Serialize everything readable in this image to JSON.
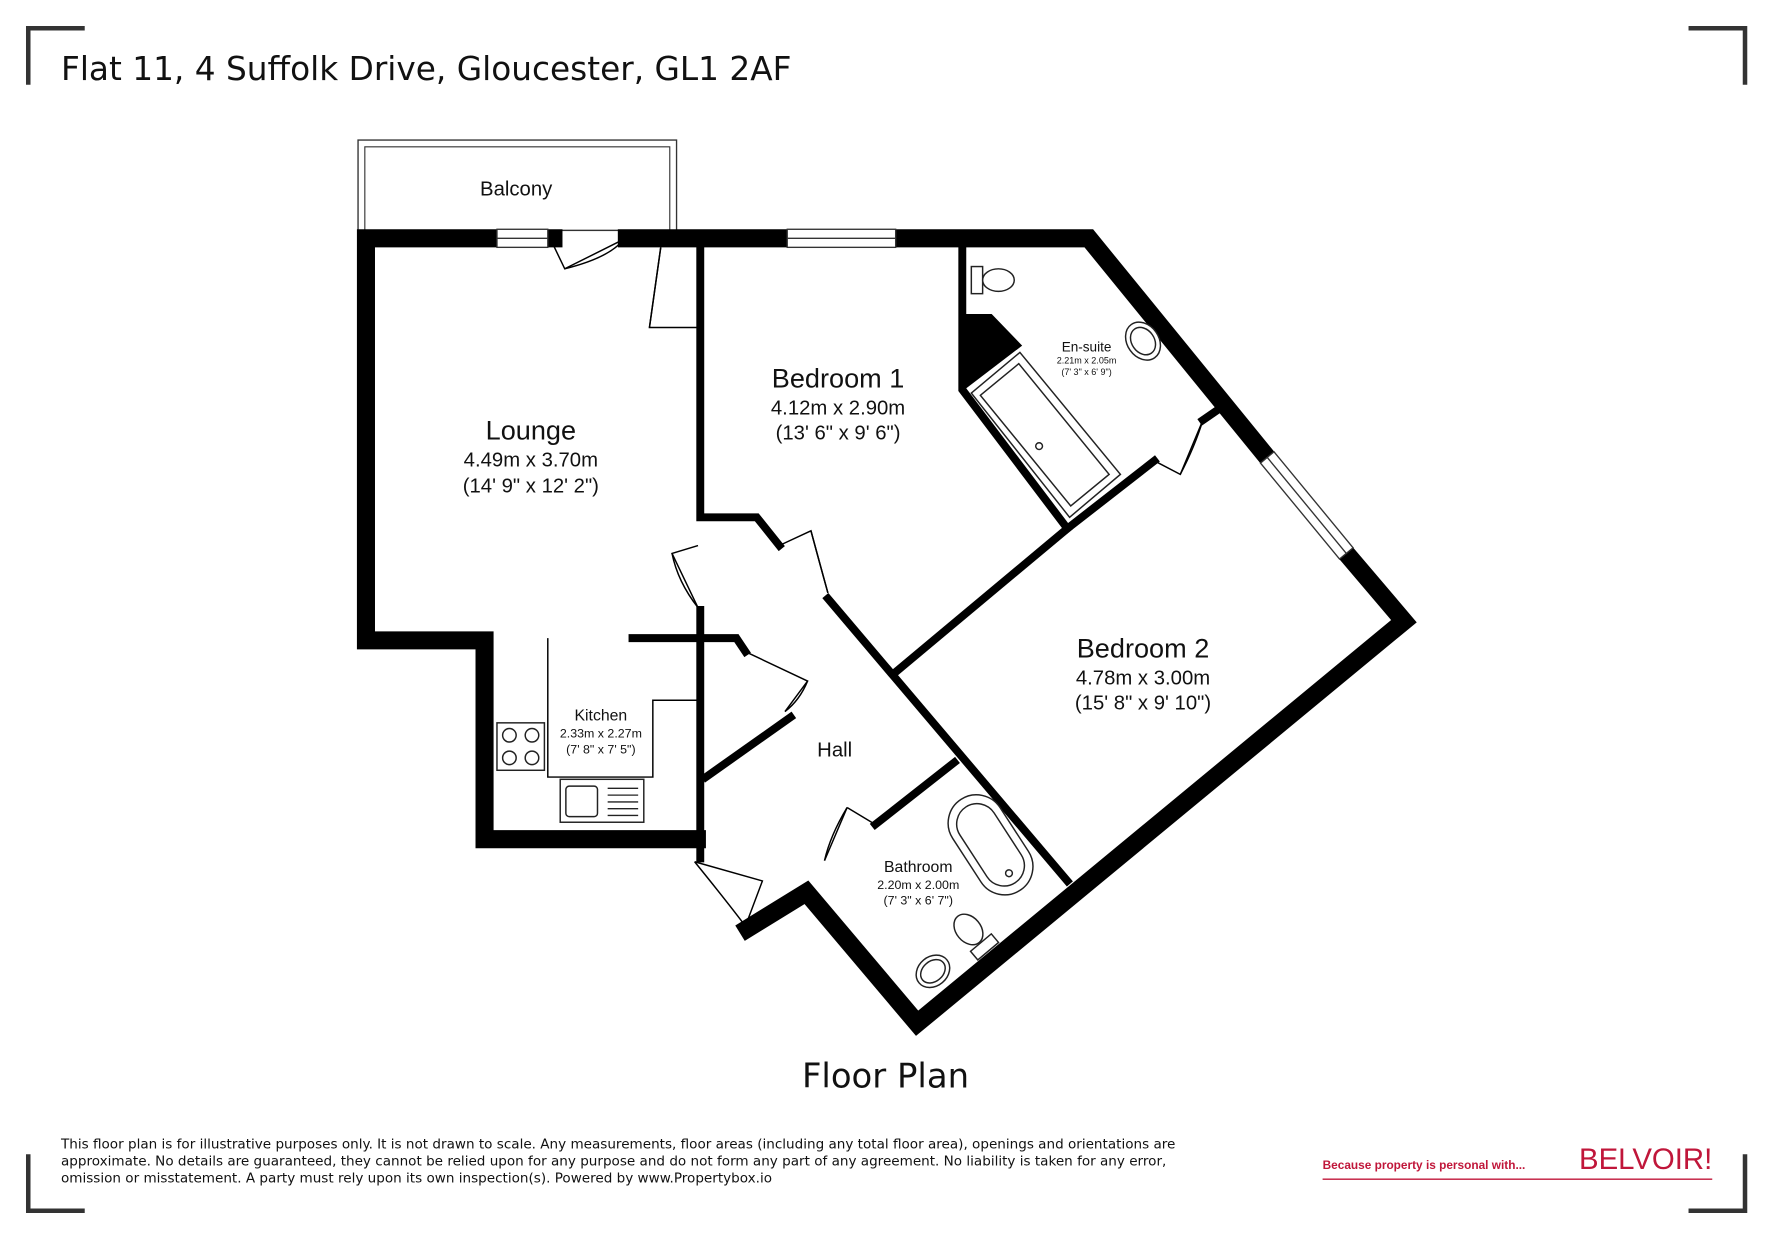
{
  "header": {
    "title": "Flat 11, 4 Suffolk Drive, Gloucester, GL1 2AF"
  },
  "rooms": {
    "balcony": {
      "name": "Balcony"
    },
    "lounge": {
      "name": "Lounge",
      "metric": "4.49m x 3.70m",
      "imperial": "(14' 9\" x 12' 2\")"
    },
    "bedroom1": {
      "name": "Bedroom 1",
      "metric": "4.12m x 2.90m",
      "imperial": "(13' 6\" x 9' 6\")"
    },
    "ensuite": {
      "name": "En-suite",
      "metric": "2.21m x 2.05m",
      "imperial": "(7' 3\" x 6' 9\")"
    },
    "bedroom2": {
      "name": "Bedroom 2",
      "metric": "4.78m x 3.00m",
      "imperial": "(15' 8\" x 9' 10\")"
    },
    "kitchen": {
      "name": "Kitchen",
      "metric": "2.33m x 2.27m",
      "imperial": "(7' 8\" x 7' 5\")"
    },
    "hall": {
      "name": "Hall"
    },
    "bathroom": {
      "name": "Bathroom",
      "metric": "2.20m x 2.00m",
      "imperial": "(7' 3\" x 6' 7\")"
    }
  },
  "plan_title": "Floor Plan",
  "footer": {
    "disclaimer_lines": [
      "This floor plan is for illustrative purposes only. It is not drawn to scale. Any measurements, floor areas (including any total floor area), openings and orientations are",
      "approximate. No details are guaranteed, they cannot be relied upon for any purpose and do not form any part of any agreement. No liability is taken for any error,",
      "omission or misstatement. A party must rely upon its own inspection(s). Powered by www.Propertybox.io"
    ],
    "tagline": "Because property is personal with...",
    "brand": "BELVOIR!"
  },
  "colors": {
    "brand": "#c0163a",
    "walls": "#000000",
    "frame": "#333333"
  }
}
